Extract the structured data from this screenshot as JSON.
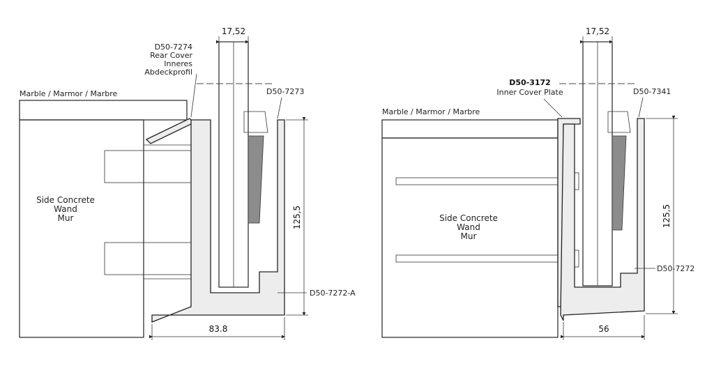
{
  "left": {
    "marble_label": "Marble / Marmor / Marbre",
    "wall_label": [
      "Side Concrete",
      "Wand",
      "Mur"
    ],
    "rear_cover": [
      "D50-7274",
      "Rear Cover",
      "Inneres",
      "Abdeckprofil"
    ],
    "top_part": "D50-7273",
    "base_part": "D50-7272-A",
    "dim_glass": "17,52",
    "dim_height": "125,5",
    "dim_width": "83.8"
  },
  "right": {
    "marble_label": "Marble / Marmor / Marbre",
    "wall_label": [
      "Side Concrete",
      "Wand",
      "Mur"
    ],
    "inner_cover_code": "D50-3172",
    "inner_cover_text": "Inner Cover Plate",
    "top_part": "D50-7341",
    "base_part": "D50-7272",
    "dim_glass": "17,52",
    "dim_height": "125,5",
    "dim_width": "56"
  },
  "colors": {
    "line": "#222222",
    "hatch": "#555555",
    "profile_fill": "#ededed",
    "gasket_fill": "#8c8c8c"
  }
}
